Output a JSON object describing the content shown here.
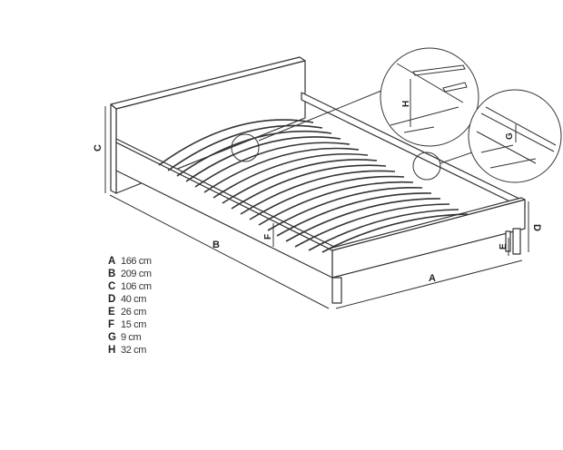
{
  "figure": {
    "subject": "Bed frame with slatted base, technical dimension drawing",
    "labels": {
      "A": "A",
      "B": "B",
      "C": "C",
      "D": "D",
      "E": "E",
      "F": "F",
      "G": "G",
      "H": "H"
    }
  },
  "legend": [
    {
      "key": "A",
      "value": "166 cm"
    },
    {
      "key": "B",
      "value": "209 cm"
    },
    {
      "key": "C",
      "value": "106 cm"
    },
    {
      "key": "D",
      "value": "40 cm"
    },
    {
      "key": "E",
      "value": "26 cm"
    },
    {
      "key": "F",
      "value": "15 cm"
    },
    {
      "key": "G",
      "value": "9 cm"
    },
    {
      "key": "H",
      "value": "32 cm"
    }
  ],
  "colors": {
    "line": "#333333",
    "background": "#ffffff"
  }
}
